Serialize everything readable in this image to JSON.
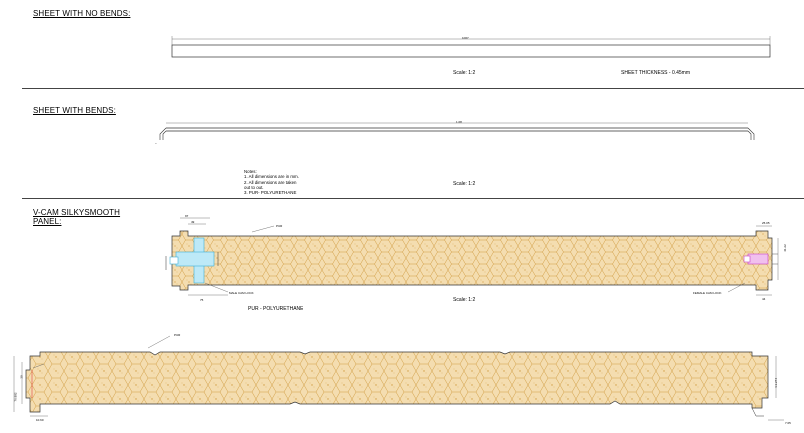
{
  "sections": {
    "no_bends_title": "SHEET WITH NO BENDS:",
    "bends_title": "SHEET WITH BENDS:",
    "panel_title_line1": "V-CAM SILKYSMOOTH",
    "panel_title_line2": "PANEL:"
  },
  "sheet_no_bends": {
    "dimension": "1067",
    "scale": "Scale: 1:2",
    "thickness": "SHEET THICKNESS - 0.45mm"
  },
  "sheet_with_bends": {
    "dimension": "1.08",
    "scale": "Scale: 1:2"
  },
  "notes": {
    "title": "Notes:",
    "items": [
      "1.    All dimensions are in mm.",
      "2.    All dimensions are taken",
      "        out to out.",
      "3.    PUR- POLYURETHANE"
    ]
  },
  "panel_section": {
    "pur_label": "PUR",
    "male_lock": "MALE CAM LOCK",
    "female_lock": "FEMALE CAM LOCK",
    "scale": "Scale: 1:2",
    "legend": "PUR - POLYURETHANE",
    "dim_left_top": "97",
    "dim_left_mid": "49",
    "dim_left_bottom": "75",
    "dim_right_top": "25.05",
    "dim_right_side": "41.22",
    "dim_right_bottom": "44"
  },
  "detail_section": {
    "pur_label": "PUR",
    "dim_left_a": "39",
    "dim_left_b": "76.892",
    "dim_left_c": "10.60",
    "dim_right": "4.1.274",
    "dim_right_bottom": "7.05"
  },
  "colors": {
    "foam_fill": "#f4ddb0",
    "hex_stroke": "#d19d42",
    "male_lock": "#3fb0d6",
    "female_lock": "#c93fc4"
  }
}
